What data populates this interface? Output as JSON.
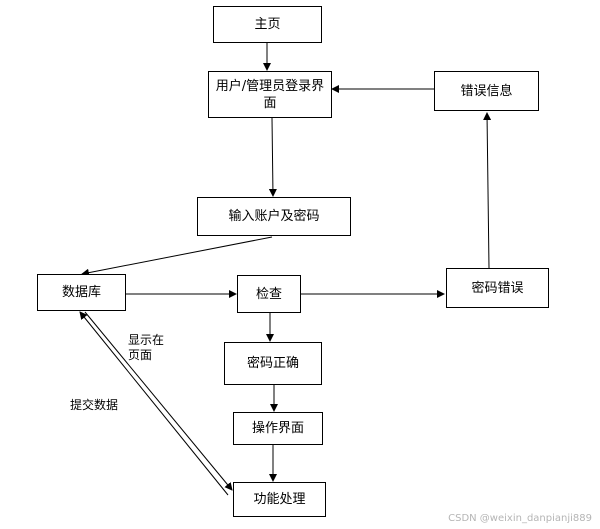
{
  "nodes": {
    "home": "主页",
    "login": "用户/管理员登录界面",
    "error_info": "错误信息",
    "input": "输入账户及密码",
    "database": "数据库",
    "check": "检查",
    "pwd_wrong": "密码错误",
    "pwd_right": "密码正确",
    "ui": "操作界面",
    "func": "功能处理"
  },
  "labels": {
    "show": "显示在页面",
    "submit": "提交数据"
  },
  "watermark": "CSDN @weixin_danpianji889"
}
